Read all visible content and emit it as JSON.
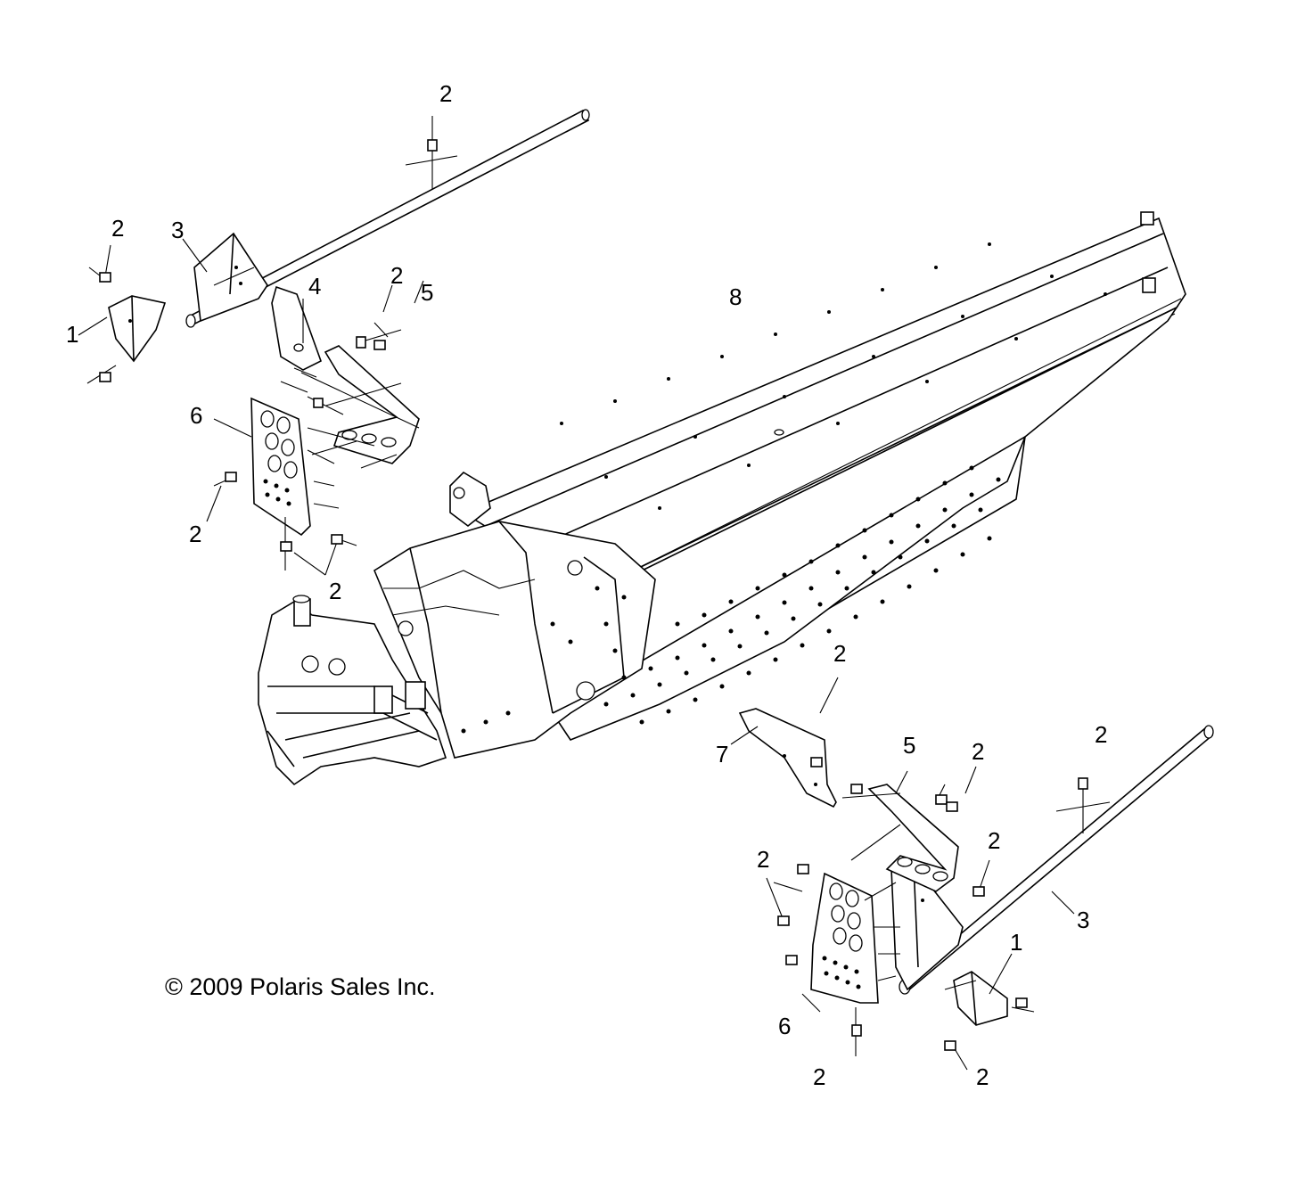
{
  "copyright": "© 2009 Polaris Sales Inc.",
  "callouts": [
    {
      "id": "c-top-bolt",
      "label": "2"
    },
    {
      "id": "c-left-bolt-top",
      "label": "2"
    },
    {
      "id": "c-left-3",
      "label": "3"
    },
    {
      "id": "c-left-1",
      "label": "1"
    },
    {
      "id": "c-left-4",
      "label": "4"
    },
    {
      "id": "c-left-bolt-mid",
      "label": "2"
    },
    {
      "id": "c-left-5",
      "label": "5"
    },
    {
      "id": "c-left-6",
      "label": "6"
    },
    {
      "id": "c-left-bolt-low",
      "label": "2"
    },
    {
      "id": "c-left-bolt-bottom",
      "label": "2"
    },
    {
      "id": "c-tunnel-8",
      "label": "8"
    },
    {
      "id": "c-right-bolt-7",
      "label": "2"
    },
    {
      "id": "c-right-7",
      "label": "7"
    },
    {
      "id": "c-right-5",
      "label": "5"
    },
    {
      "id": "c-right-bolt-a",
      "label": "2"
    },
    {
      "id": "c-right-bolt-far",
      "label": "2"
    },
    {
      "id": "c-right-bolt-b",
      "label": "2"
    },
    {
      "id": "c-right-bolt-c",
      "label": "2"
    },
    {
      "id": "c-right-3",
      "label": "3"
    },
    {
      "id": "c-right-1",
      "label": "1"
    },
    {
      "id": "c-right-6",
      "label": "6"
    },
    {
      "id": "c-right-bolt-d",
      "label": "2"
    },
    {
      "id": "c-right-bolt-e",
      "label": "2"
    }
  ]
}
